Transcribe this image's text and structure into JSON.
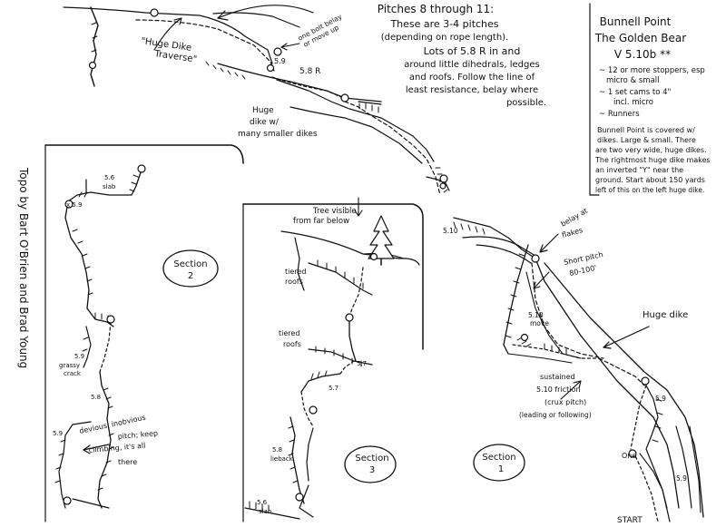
{
  "header_notes": {
    "lines": [
      "Pitches 8 through 11:",
      "These are 3-4 pitches",
      "(depending on rope length).",
      "Lots of 5.8 R in and",
      "around little dihedrals, ledges",
      "and roofs. Follow the line of",
      "least resistance, belay where",
      "possible."
    ]
  },
  "route_box": {
    "title_lines": [
      "Bunnell Point",
      "The Golden Bear"
    ],
    "grade": "V 5.10b **",
    "gear": [
      "~ 12 or more stoppers, esp",
      "micro & small",
      "~ 1 set cams to 4\"",
      "incl. micro",
      "~ Runners"
    ],
    "approach": [
      "Bunnell Point is covered w/",
      "dikes. Large & small. There",
      "are two very wide, huge dikes.",
      "The rightmost huge dike makes",
      "an inverted \"Y\" near the",
      "ground. Start about 150 yards",
      "left of this on the left huge dike."
    ]
  },
  "credit": "Topo by Bart O'Brien and Brad Young",
  "labels": {
    "huge_dike_traverse": [
      "\"Huge Dike",
      "Traverse\""
    ],
    "one_bolt": [
      "one bolt belay",
      "or move up"
    ],
    "grade_59_top": "5.9",
    "grade_58r": "5.8 R",
    "huge_dike_w": [
      "Huge",
      "dike w/",
      "many smaller dikes"
    ],
    "grade_510_mid": "5.10",
    "belay_flakes": [
      "belay at",
      "flakes"
    ],
    "short_pitch": [
      "Short pitch",
      "80-100'"
    ],
    "grade_510_move": [
      "5.10",
      "move"
    ],
    "huge_dike": "Huge dike",
    "start": "START",
    "sustained": [
      "sustained",
      "5.10 friction",
      "(crux pitch)",
      "(leading or following)"
    ],
    "grade_59_r1": "5.9",
    "grade_59_r2": "5.9",
    "one_label": "One",
    "grade_56_slab_s2": [
      "5.6",
      "slab"
    ],
    "grade_59_x": "x 5.9",
    "grade_59_grassy": [
      "5.9",
      "grassy",
      "crack"
    ],
    "grade_58_s2": "5.8",
    "grade_59_s2_low": "5.9",
    "devious": [
      "devious, inobvious",
      "pitch; keep",
      "climbing, it's all",
      "there"
    ],
    "tree_visible": [
      "Tree visible",
      "from far below"
    ],
    "tiered_roofs_1": [
      "tiered",
      "roofs"
    ],
    "tiered_roofs_2": [
      "tiered",
      "roofs"
    ],
    "grade_57_a": "5.7",
    "grade_57_b": "5.7",
    "grade_58_lieback": [
      "5.8",
      "lieback"
    ],
    "grade_56_slab_s3": [
      "5.6",
      "slab"
    ]
  },
  "sections": [
    {
      "name": "Section 2",
      "line1": "Section",
      "line2": "2"
    },
    {
      "name": "Section 3",
      "line1": "Section",
      "line2": "3"
    },
    {
      "name": "Section 1",
      "line1": "Section",
      "line2": "1"
    }
  ]
}
